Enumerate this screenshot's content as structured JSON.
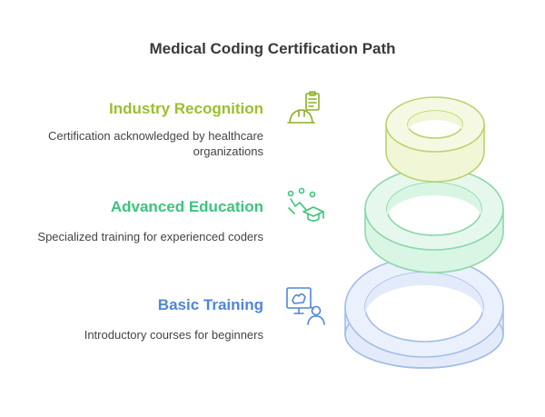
{
  "title": "Medical Coding Certification Path",
  "colors": {
    "industry": "#9bbf2e",
    "advanced": "#3cc47c",
    "basic": "#4f86d9"
  },
  "stages": [
    {
      "heading": "Industry Recognition",
      "description": "Certification acknowledged by healthcare organizations",
      "icon": "hard-hat-clipboard-icon"
    },
    {
      "heading": "Advanced Education",
      "description": "Specialized training for experienced coders",
      "icon": "graduation-cap-icon"
    },
    {
      "heading": "Basic Training",
      "description": "Introductory courses for beginners",
      "icon": "presentation-board-icon"
    }
  ]
}
